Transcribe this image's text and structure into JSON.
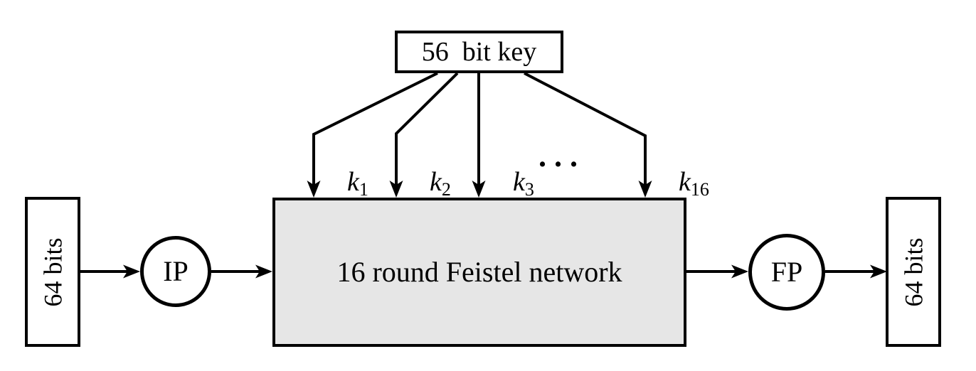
{
  "key_box": {
    "label": "56  bit key"
  },
  "feistel_box": {
    "label": "16 round Feistel network"
  },
  "input_box": {
    "label": "64 bits"
  },
  "output_box": {
    "label": "64 bits"
  },
  "ip_node": {
    "label": "IP"
  },
  "fp_node": {
    "label": "FP"
  },
  "round_keys": [
    {
      "base": "k",
      "sub": "1"
    },
    {
      "base": "k",
      "sub": "2"
    },
    {
      "base": "k",
      "sub": "3"
    },
    {
      "base": "k",
      "sub": "16"
    }
  ],
  "ellipsis": ". . .",
  "colors": {
    "stroke": "#000000",
    "feistel_fill": "#e6e6e6",
    "background": "#ffffff"
  }
}
